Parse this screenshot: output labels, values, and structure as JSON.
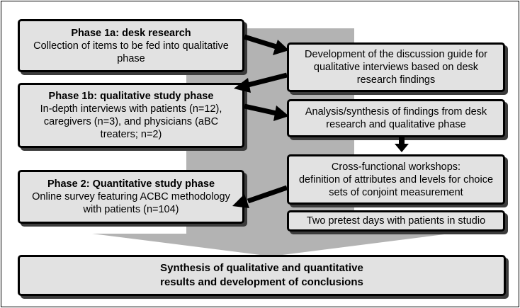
{
  "boxes": {
    "phase1a": {
      "title": "Phase 1a: desk research",
      "lines": [
        "Collection of items to be fed into qualitative",
        "phase"
      ]
    },
    "discussion_guide": {
      "lines": [
        "Development of the discussion guide for",
        "qualitative interviews based on desk",
        "research findings"
      ]
    },
    "phase1b": {
      "title": "Phase 1b: qualitative study phase",
      "lines": [
        "In-depth interviews with patients (n=12),",
        "caregivers (n=3), and physicians (aBC",
        "treaters; n=2)"
      ]
    },
    "analysis": {
      "lines": [
        "Analysis/synthesis of findings from desk",
        "research and qualitative phase"
      ]
    },
    "workshops": {
      "lines": [
        "Cross-functional workshops:",
        "definition of attributes and levels for choice",
        "sets of conjoint measurement"
      ]
    },
    "phase2": {
      "title": "Phase 2: Quantitative study phase",
      "lines": [
        "Online survey featuring ACBC methodology",
        "with patients (n=104)"
      ]
    },
    "pretest": {
      "lines": [
        "Two pretest days with patients in studio"
      ]
    },
    "synthesis": {
      "lines": [
        "Synthesis of qualitative and quantitative",
        "results and development of conclusions"
      ]
    }
  },
  "colors": {
    "box_fill": "#e2e2e2",
    "big_arrow": "#b3b3b3",
    "border": "#000000",
    "shadow": "#3c3c3c"
  }
}
